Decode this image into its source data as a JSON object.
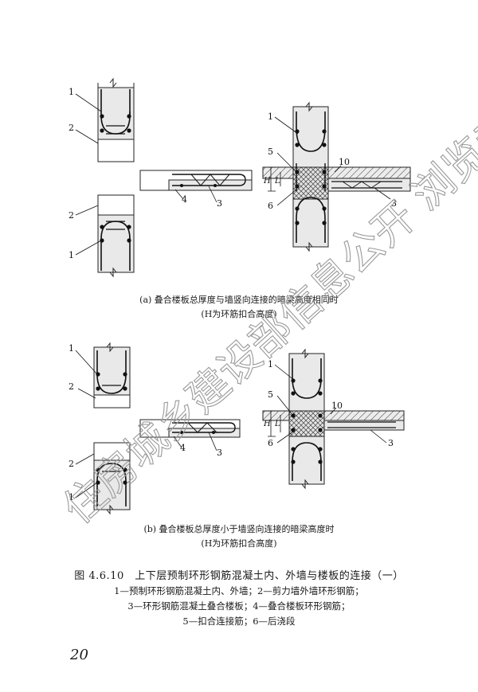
{
  "figure_a": {
    "caption_line1": "(a) 叠合楼板总厚度与墙竖向连接的暗梁高度相同时",
    "caption_line2": "(H为环筋扣合高度)"
  },
  "figure_b": {
    "caption_line1": "(b) 叠合楼板总厚度小于墙竖向连接的暗梁高度时",
    "caption_line2": "(H为环筋扣合高度)"
  },
  "callouts": [
    "1",
    "2",
    "3",
    "4",
    "5",
    "6"
  ],
  "dim_labels": {
    "H": "H",
    "L": "L",
    "ten": "10"
  },
  "main_caption": "图 4.6.10　上下层预制环形钢筋混凝土内、外墙与楼板的连接（一）",
  "legend": [
    "1—预制环形钢筋混凝土内、外墙；2—剪力墙外墙环形钢筋；",
    "3—环形钢筋混凝土叠合楼板；4—叠合楼板环形钢筋；",
    "5—扣合连接筋；6—后浇段"
  ],
  "page_number": "20",
  "watermark": "住房城乡建设部信息公开 浏览专用"
}
